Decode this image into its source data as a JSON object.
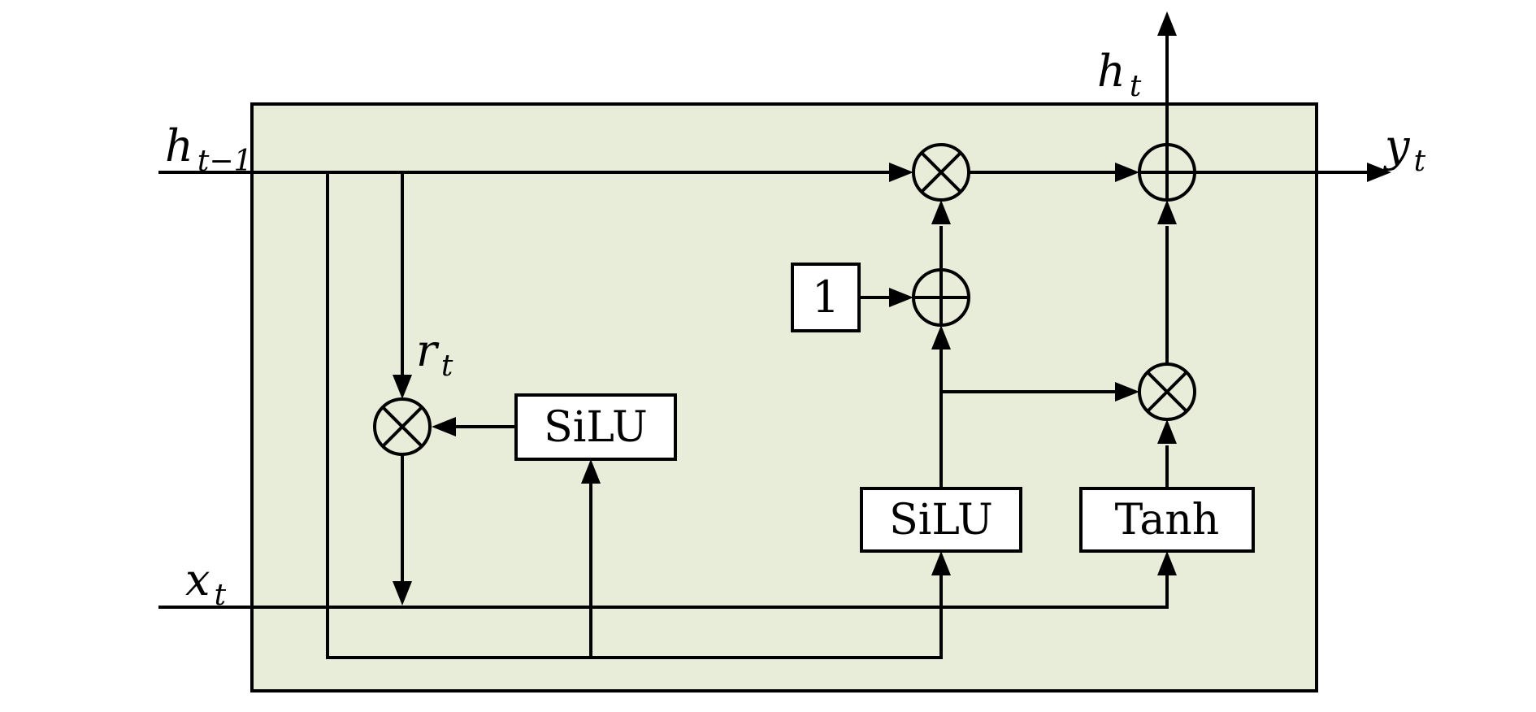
{
  "colors": {
    "background": "#ffffff",
    "cell_fill": "#e8edd9",
    "box_fill": "#ffffff",
    "stroke": "#000000"
  },
  "labels": {
    "h_prev": {
      "base": "h",
      "sub": "t−1"
    },
    "x_t": {
      "base": "x",
      "sub": "t"
    },
    "h_t": {
      "base": "h",
      "sub": "t"
    },
    "y_t": {
      "base": "y",
      "sub": "t"
    },
    "r_t": {
      "base": "r",
      "sub": "t"
    },
    "one": "1",
    "silu_reset": "SiLU",
    "silu_update": "SiLU",
    "tanh": "Tanh"
  },
  "nodes": {
    "mul_top": "elementwise-multiply",
    "add_output": "elementwise-add",
    "add_one": "elementwise-add",
    "mul_candidate": "elementwise-multiply",
    "mul_reset": "elementwise-multiply"
  }
}
